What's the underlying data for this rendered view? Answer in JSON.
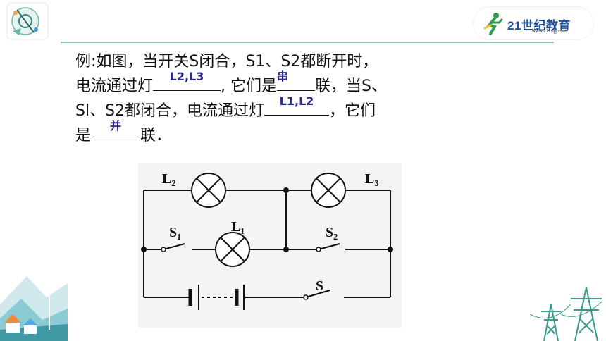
{
  "header": {
    "brand_name": "21世纪教育",
    "brand_url": "www.21cnjy.com"
  },
  "question": {
    "line1": "例:如图，当开关S闭合，S1、S2都断开时，",
    "line2_prefix": "电流通过灯",
    "answer1": "L2,L3",
    "line2_mid": ", 它们是",
    "answer2": "串",
    "line2_suffix": "联，当S、",
    "line3_prefix": "Sl、S2都闭合，电流通过灯",
    "answer3": "L1,L2",
    "line3_suffix": "，它们",
    "line4_prefix": "是",
    "answer4": "并",
    "line4_suffix": "联．"
  },
  "circuit": {
    "labels": {
      "l2": "L₂",
      "l3": "L₃",
      "l1": "L₁",
      "s1": "S₁",
      "s2": "S₂",
      "s": "S"
    }
  }
}
